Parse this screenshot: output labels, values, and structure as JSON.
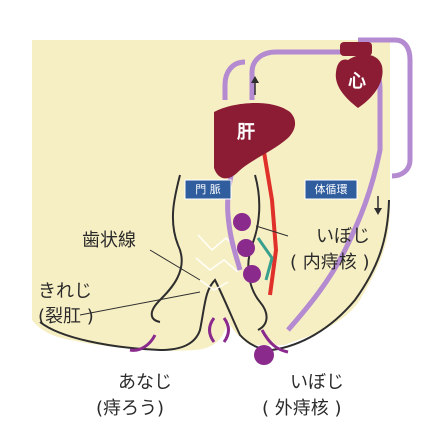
{
  "labels": {
    "heart": "心",
    "liver": "肝",
    "portal_vein": "門 脈",
    "systemic_circulation": "体循環",
    "dentate_line": "歯状線",
    "internal_hemorrhoid_kana": "いぼじ",
    "internal_hemorrhoid_kanji": "( 内痔核 )",
    "fissure_kana": "きれじ",
    "fissure_kanji": "(裂肛 )",
    "fistula_kana": "あなじ",
    "fistula_kanji": "(痔ろう)",
    "external_hemorrhoid_kana": "いぼじ",
    "external_hemorrhoid_kanji": "( 外痔核 )"
  },
  "colors": {
    "background": "#ffffff",
    "tissue": "#f7efc4",
    "tissue_outline": "#2e2e2e",
    "vessel": "#b48ad0",
    "liver": "#8c1c34",
    "heart": "#8c1c34",
    "tag_blue": "#2f5d9e",
    "hemorrhoid": "#8a2a8c",
    "artery_red": "#e0302a",
    "teal": "#3aa08e"
  },
  "icons": {
    "arrow_up": "up-arrow-icon",
    "arrow_down": "down-arrow-icon"
  }
}
